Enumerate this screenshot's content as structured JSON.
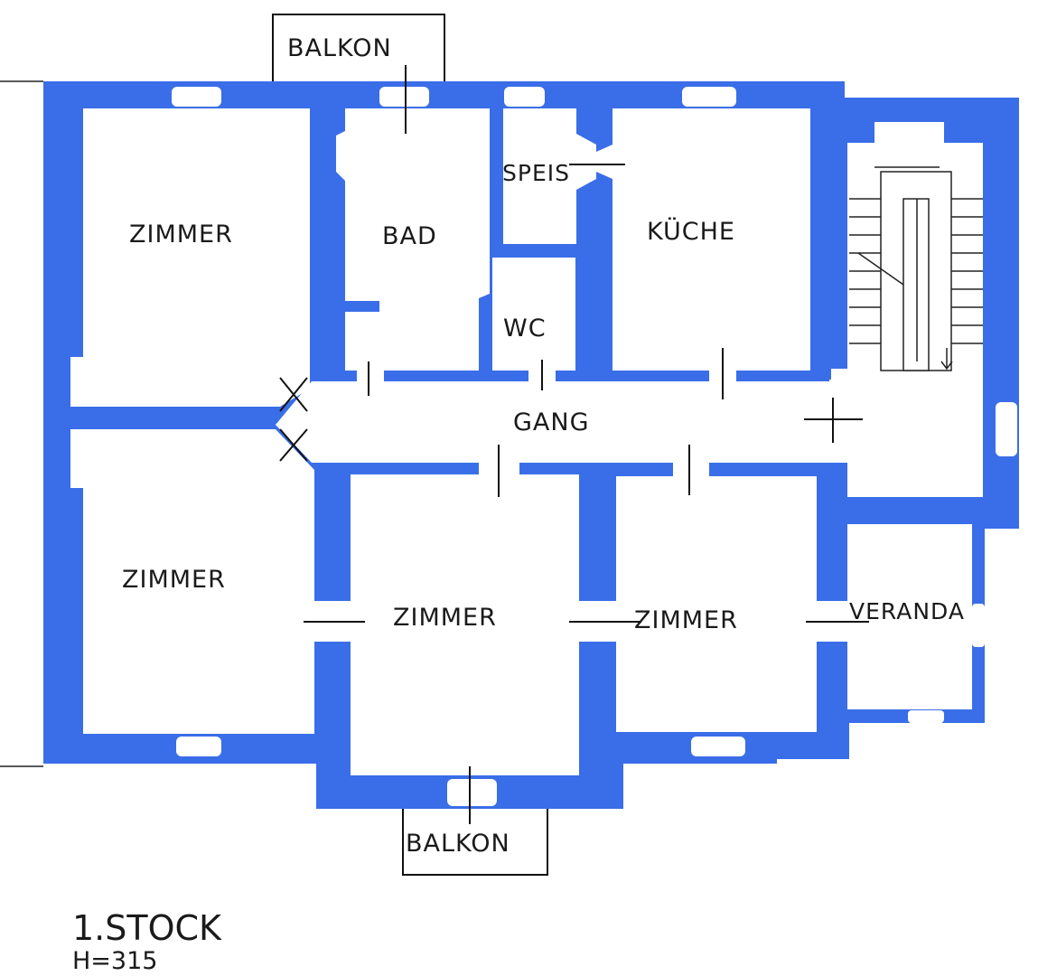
{
  "colors": {
    "wall": "#3a6ee8",
    "room": "#ffffff",
    "ink": "#1a1a1a"
  },
  "plan": {
    "floor_title": "1.STOCK",
    "height_note": "H=315",
    "rooms": {
      "balkon_top": "BALKON",
      "zimmer_nw": "ZIMMER",
      "bad": "BAD",
      "speis": "SPEIS",
      "kueche": "KÜCHE",
      "wc": "WC",
      "gang": "GANG",
      "zimmer_w": "ZIMMER",
      "zimmer_center": "ZIMMER",
      "zimmer_e": "ZIMMER",
      "veranda": "VERANDA",
      "balkon_bottom": "BALKON"
    }
  }
}
